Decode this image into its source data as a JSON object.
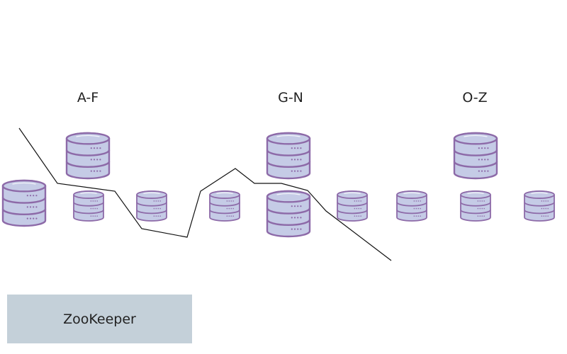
{
  "ranges": [
    {
      "label": "A-F"
    },
    {
      "label": "G-N"
    },
    {
      "label": "O-Z"
    }
  ],
  "zookeeper": {
    "label": "ZooKeeper"
  },
  "colors": {
    "db_fill": "#c5cbe6",
    "db_stroke": "#8d6aa8",
    "zookeeper_fill": "#c4d0d9",
    "split_line": "#111111"
  }
}
